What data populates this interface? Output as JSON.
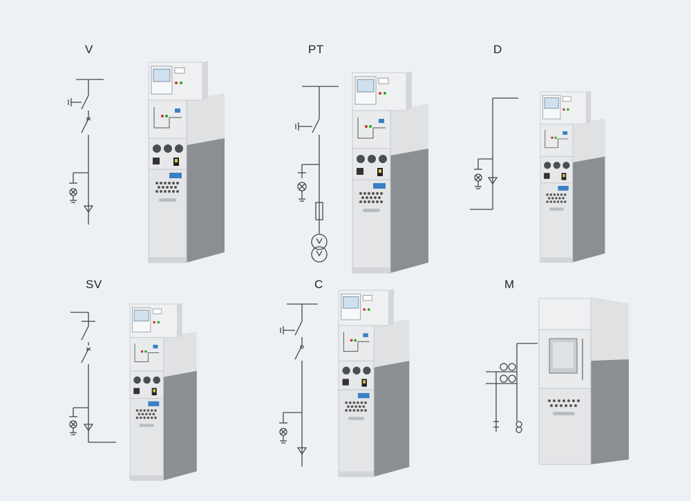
{
  "panels": [
    {
      "key": "v",
      "label": "V"
    },
    {
      "key": "pt",
      "label": "PT"
    },
    {
      "key": "d",
      "label": "D"
    },
    {
      "key": "sv",
      "label": "SV"
    },
    {
      "key": "c",
      "label": "C"
    },
    {
      "key": "m",
      "label": "M"
    }
  ],
  "colors": {
    "background": "#edf1f6",
    "line": "#444444",
    "cabinet_front": "#e6e8ea",
    "cabinet_side": "#8a8d91",
    "cabinet_top": "#f2f3f4",
    "accent_blue": "#3b7fc4"
  }
}
